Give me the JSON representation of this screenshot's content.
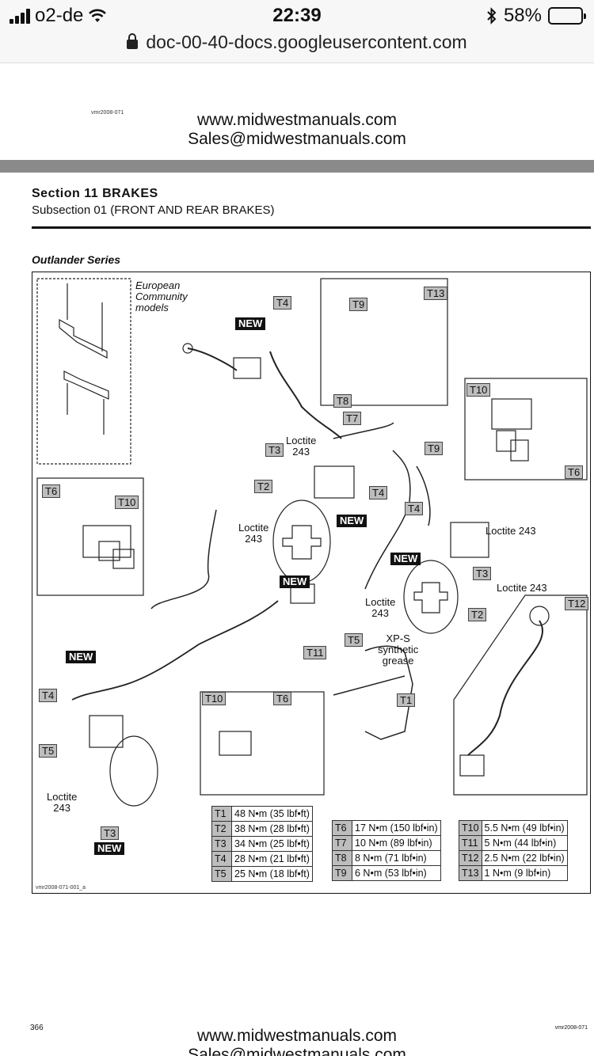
{
  "status": {
    "carrier": "o2-de",
    "time": "22:39",
    "battery": "58%",
    "battery_level": 0.58,
    "url": "doc-00-40-docs.googleusercontent.com"
  },
  "doc": {
    "top_code": "vmr2008-071",
    "site_url": "www.midwestmanuals.com",
    "site_email": "Sales@midwestmanuals.com",
    "section": "Section 11 BRAKES",
    "subsection": "Subsection 01 (FRONT AND REAR BRAKES)",
    "series": "Outlander Series",
    "figure_code": "vmr2008-071-001_a",
    "page_number": "366",
    "footer_code": "vmr2008-071",
    "footer_url": "www.midwestmanuals.com",
    "footer_email": "Sales@midwestmanuals.com"
  },
  "diagram": {
    "european_note": "European Community models",
    "new": "NEW",
    "loctite": "Loctite 243",
    "loctite_a": "Loctite",
    "loctite_b": "243",
    "grease_a": "XP-S",
    "grease_b": "synthetic",
    "grease_c": "grease",
    "labels": {
      "t1": "T1",
      "t2": "T2",
      "t3": "T3",
      "t4": "T4",
      "t5": "T5",
      "t6": "T6",
      "t7": "T7",
      "t8": "T8",
      "t9": "T9",
      "t10": "T10",
      "t11": "T11",
      "t12": "T12",
      "t13": "T13"
    }
  },
  "torque": {
    "col1": [
      {
        "k": "T1",
        "v": "48 N•m (35 lbf•ft)"
      },
      {
        "k": "T2",
        "v": "38 N•m (28 lbf•ft)"
      },
      {
        "k": "T3",
        "v": "34 N•m (25 lbf•ft)"
      },
      {
        "k": "T4",
        "v": "28 N•m (21 lbf•ft)"
      },
      {
        "k": "T5",
        "v": "25 N•m (18 lbf•ft)"
      }
    ],
    "col2": [
      {
        "k": "T6",
        "v": "17 N•m (150 lbf•in)"
      },
      {
        "k": "T7",
        "v": "10 N•m (89 lbf•in)"
      },
      {
        "k": "T8",
        "v": "8 N•m (71 lbf•in)"
      },
      {
        "k": "T9",
        "v": "6 N•m (53 lbf•in)"
      }
    ],
    "col3": [
      {
        "k": "T10",
        "v": "5.5 N•m (49 lbf•in)"
      },
      {
        "k": "T11",
        "v": "5 N•m (44 lbf•in)"
      },
      {
        "k": "T12",
        "v": "2.5 N•m (22 lbf•in)"
      },
      {
        "k": "T13",
        "v": "1 N•m (9 lbf•in)"
      }
    ]
  }
}
